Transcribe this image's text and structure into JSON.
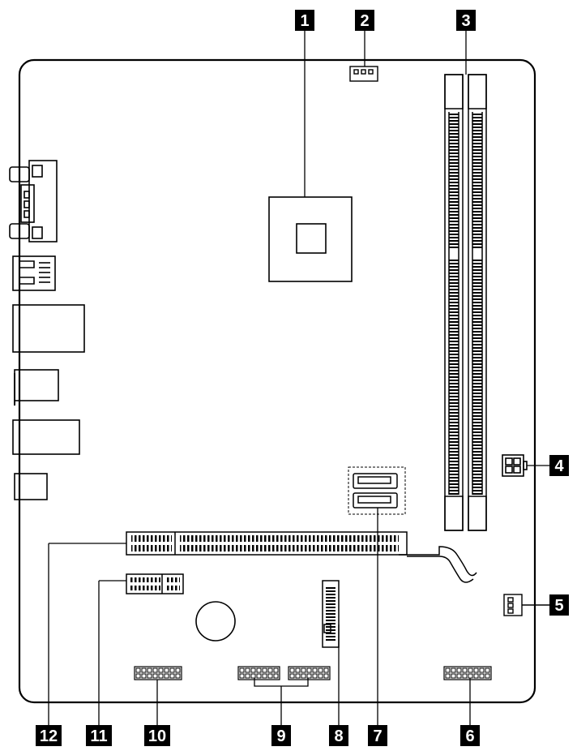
{
  "callouts": [
    {
      "id": "1",
      "label": "1"
    },
    {
      "id": "2",
      "label": "2"
    },
    {
      "id": "3",
      "label": "3"
    },
    {
      "id": "4",
      "label": "4"
    },
    {
      "id": "5",
      "label": "5"
    },
    {
      "id": "6",
      "label": "6"
    },
    {
      "id": "7",
      "label": "7"
    },
    {
      "id": "8",
      "label": "8"
    },
    {
      "id": "9",
      "label": "9"
    },
    {
      "id": "10",
      "label": "10"
    },
    {
      "id": "11",
      "label": "11"
    },
    {
      "id": "12",
      "label": "12"
    }
  ],
  "colors": {
    "ink": "#000000",
    "paper": "#ffffff"
  }
}
